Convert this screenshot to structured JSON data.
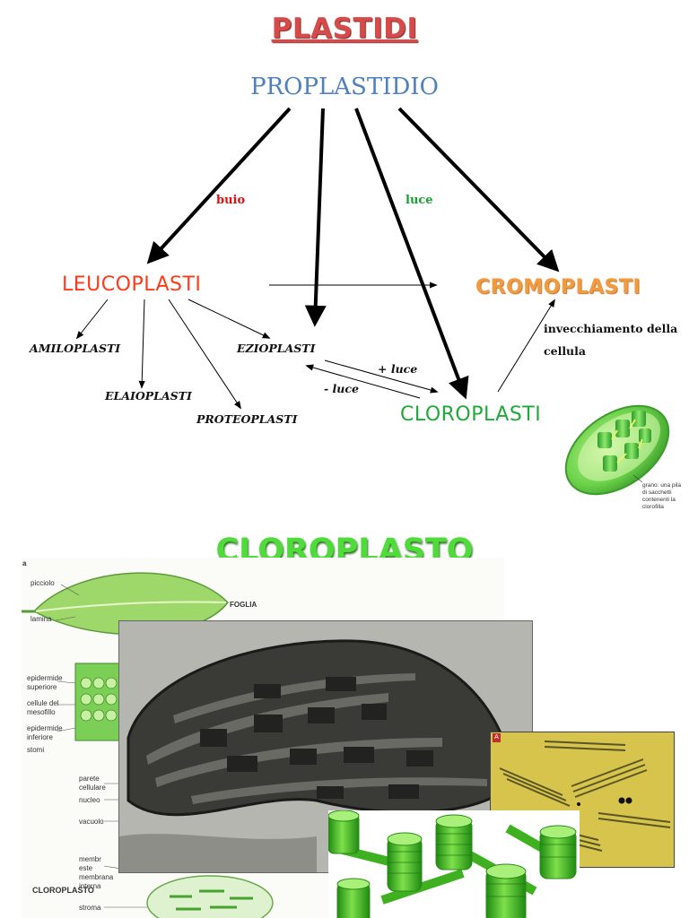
{
  "diagram": {
    "title": "PLASTIDI",
    "root": "PROPLASTIDIO",
    "edge_labels": {
      "dark": "buio",
      "light": "luce",
      "plus_light": "+ luce",
      "minus_light": "- luce"
    },
    "nodes": {
      "leucoplasti": "LEUCOPLASTI",
      "cromoplasti": "CROMOPLASTI",
      "cloroplasti": "CLOROPLASTI",
      "amiloplasti": "AMILOPLASTI",
      "elaioplasti": "ELAIOPLASTI",
      "proteoplasti": "PROTEOPLASTI",
      "ezioplasti": "EZIOPLASTI"
    },
    "aging_note_line1": "invecchiamento della",
    "aging_note_line2": "cellula",
    "chloroplast_caption": [
      "grano: una pila",
      "di sacchetti",
      "contenenti la",
      "clorofilla"
    ]
  },
  "section2": {
    "title": "CLOROPLASTO",
    "leaf_labels": {
      "figure_letter": "a",
      "picciolo": "picciolo",
      "lamina": "lamina",
      "foglia": "FOGLIA",
      "epidermide_sup": [
        "epidermide",
        "superiore"
      ],
      "cellule_mesofillo": [
        "cellule del",
        "mesofillo"
      ],
      "epidermide_inf": [
        "epidermide",
        "inferiore"
      ],
      "stomi": "stomi",
      "parete": [
        "parete",
        "cellulare"
      ],
      "nucleo": "nucleo",
      "vacuolo": "vacuolo",
      "membrana_est": [
        "membr",
        "este"
      ],
      "membrana_int": [
        "membrana",
        "interna"
      ],
      "stroma": "stroma",
      "cloroplasto": "CLOROPLASTO"
    },
    "micrograph_letter": "A"
  },
  "colors": {
    "title_red": "#d64a4a",
    "root_blue": "#4e81bd",
    "leuco_red": "#ff3a1a",
    "cromo_orange": "#f39a3c",
    "cloro_green": "#20a83a",
    "section_green": "#4fdc3a"
  }
}
